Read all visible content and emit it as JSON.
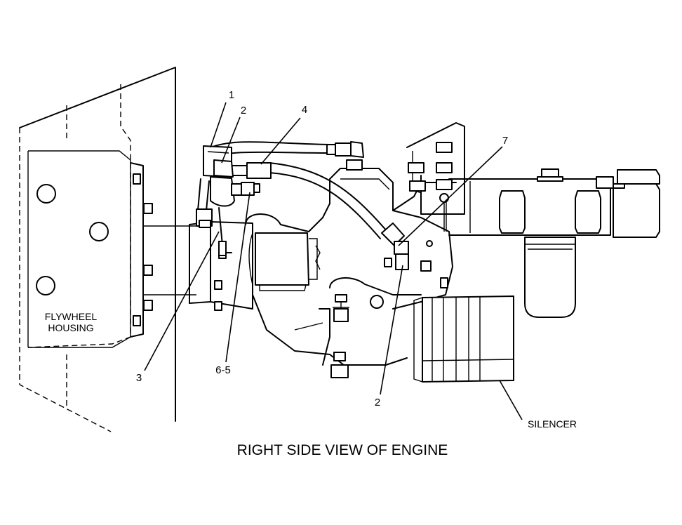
{
  "diagram": {
    "title": "RIGHT SIDE VIEW OF ENGINE",
    "labels": {
      "flywheel_line1": "FLYWHEEL",
      "flywheel_line2": "HOUSING",
      "silencer": "SILENCER"
    },
    "callouts": {
      "c1": "1",
      "c2_top": "2",
      "c4": "4",
      "c7": "7",
      "c3": "3",
      "c6_5": "6-5",
      "c2_bottom": "2"
    }
  }
}
